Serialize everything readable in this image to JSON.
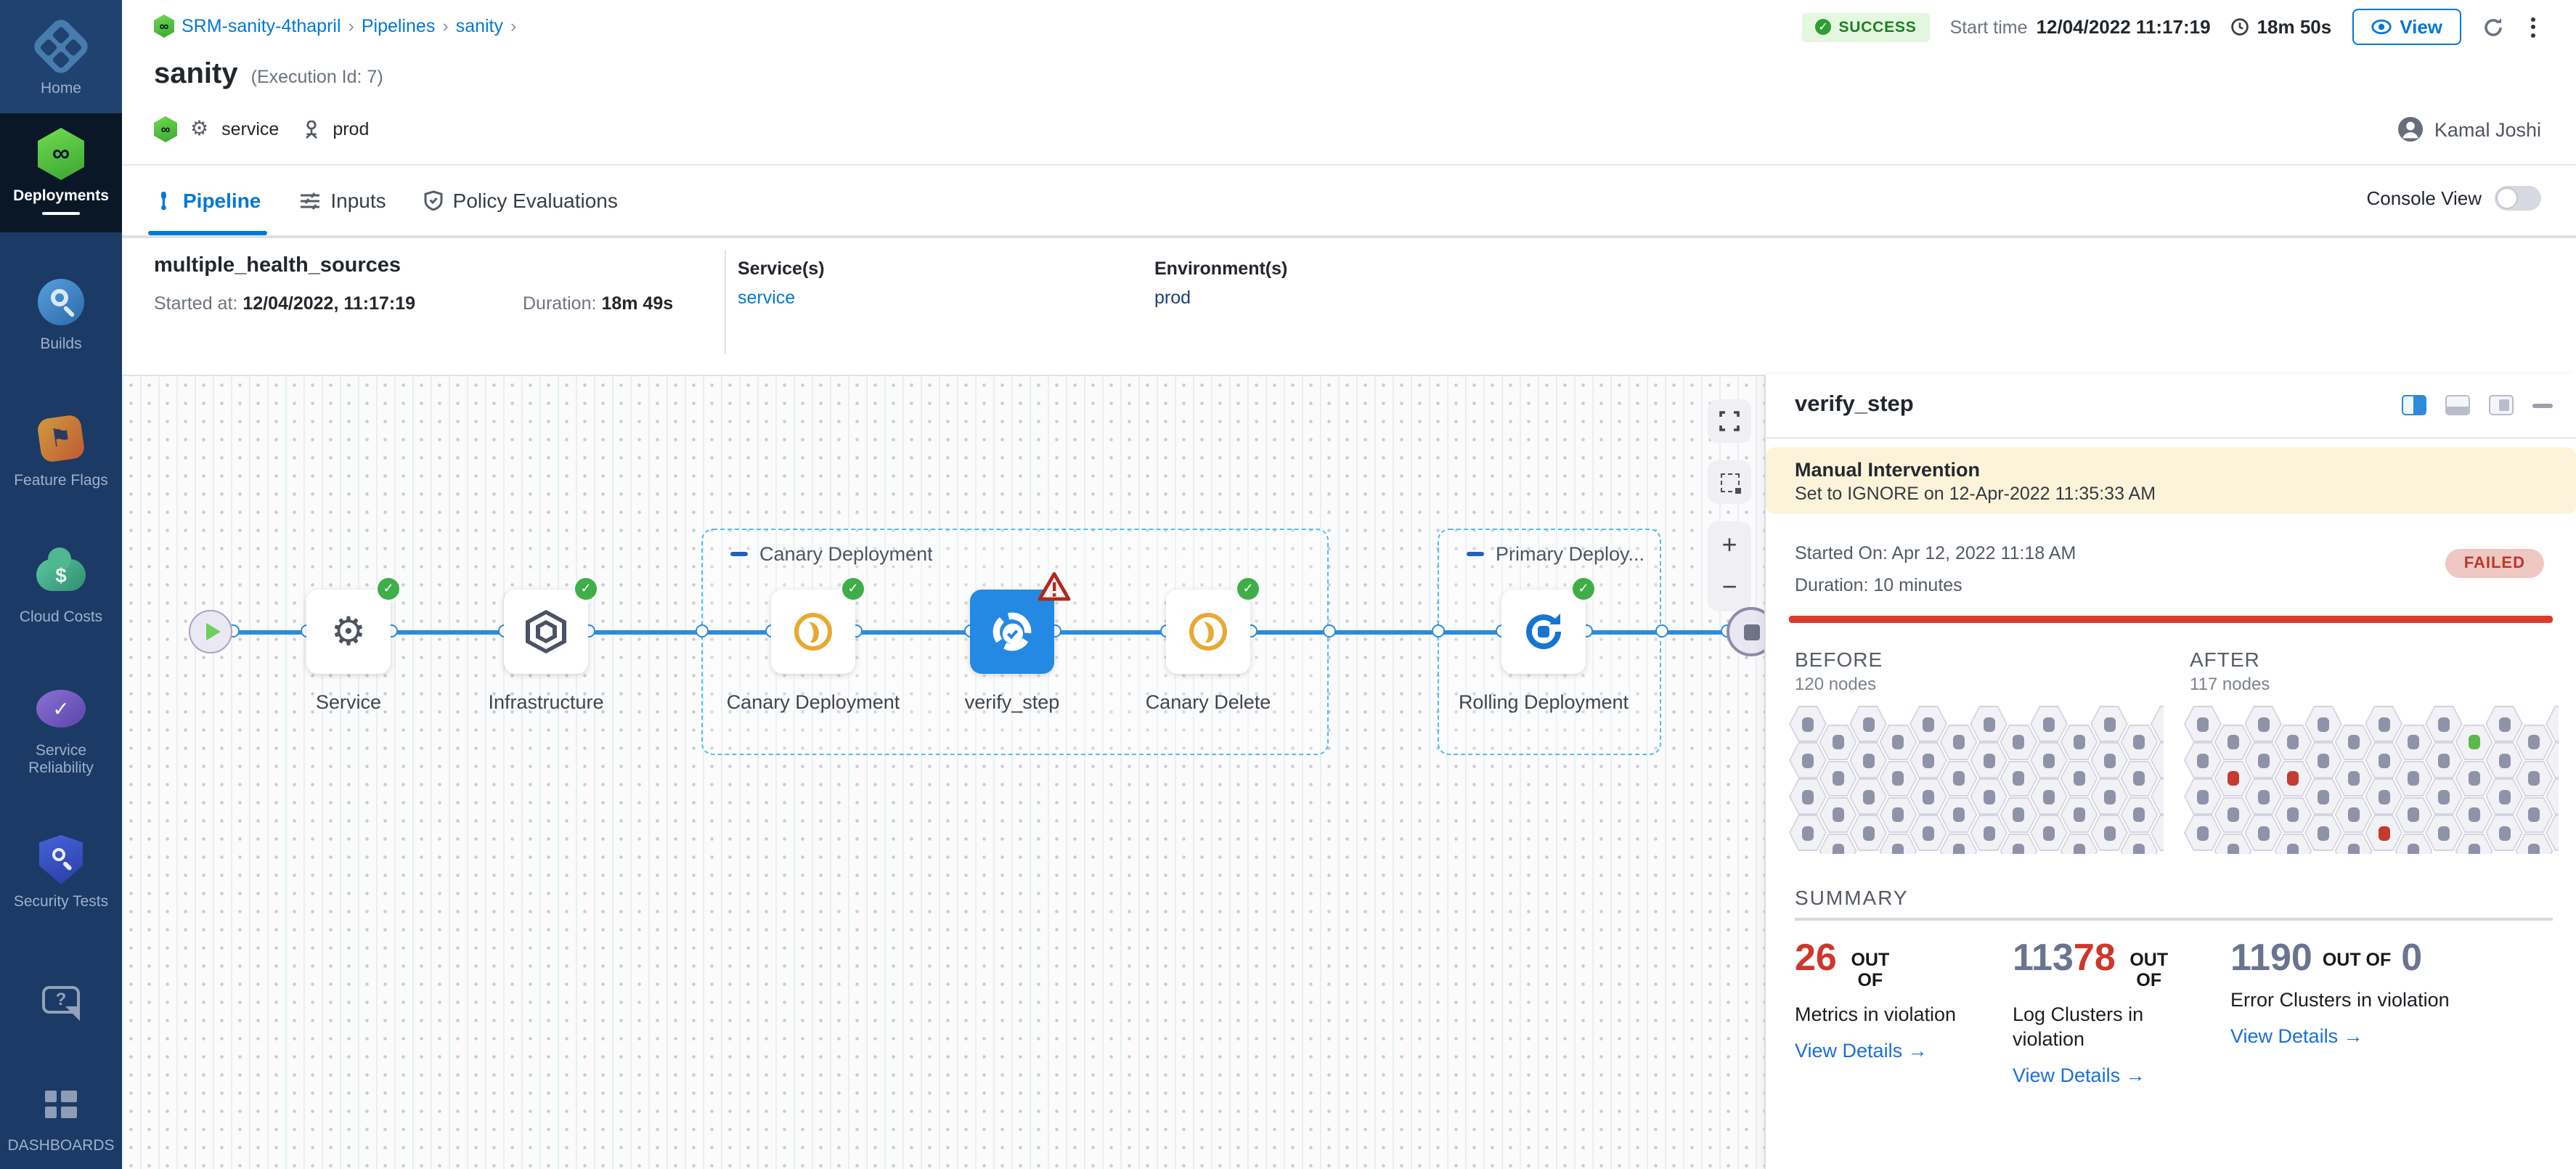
{
  "colors": {
    "accent": "#0278d5",
    "success": "#3fae49",
    "failed_red": "#ce372c",
    "slate_num": "#6a7490",
    "sidebar_navy": "#1b3a66",
    "active_navy": "#0a1726",
    "node_blue": "#2389e2",
    "banner_yellow": "#fcf4da",
    "line_red": "#dd3a2d"
  },
  "sidebar": {
    "items": [
      {
        "label": "Home",
        "icon": "home-icon",
        "active": false
      },
      {
        "label": "Deployments",
        "icon": "cd-hexagon-icon",
        "active": true
      },
      {
        "label": "Builds",
        "icon": "builds-icon",
        "active": false
      },
      {
        "label": "Feature Flags",
        "icon": "flag-icon",
        "active": false
      },
      {
        "label": "Cloud Costs",
        "icon": "cloud-dollar-icon",
        "active": false
      },
      {
        "label": "Service Reliability",
        "icon": "reliability-icon",
        "active": false
      },
      {
        "label": "Security Tests",
        "icon": "shield-search-icon",
        "active": false
      },
      {
        "label": "",
        "icon": "help-chat-icon",
        "active": false
      },
      {
        "label": "DASHBOARDS",
        "icon": "dashboards-grid-icon",
        "active": false
      }
    ]
  },
  "header": {
    "breadcrumbs": [
      "SRM-sanity-4thapril",
      "Pipelines",
      "sanity"
    ],
    "status_badge": "SUCCESS",
    "start_time_label": "Start time",
    "start_time": "12/04/2022 11:17:19",
    "elapsed": "18m 50s",
    "view_button": "View",
    "title": "sanity",
    "execution_id": "(Execution Id: 7)",
    "service_tag": "service",
    "env_tag": "prod",
    "user_name": "Kamal Joshi"
  },
  "tabs": {
    "items": [
      "Pipeline",
      "Inputs",
      "Policy Evaluations"
    ],
    "active": "Pipeline",
    "console_view_label": "Console View",
    "console_view_on": false
  },
  "stage_info": {
    "name": "multiple_health_sources",
    "started_label": "Started at:",
    "started_value": "12/04/2022, 11:17:19",
    "duration_label": "Duration:",
    "duration_value": "18m 49s",
    "services_label": "Service(s)",
    "services_value": "service",
    "env_label": "Environment(s)",
    "env_value": "prod"
  },
  "pipeline": {
    "groups": [
      {
        "label": "Canary Deployment"
      },
      {
        "label": "Primary Deploy..."
      }
    ],
    "nodes": [
      {
        "id": "start",
        "type": "start",
        "label": "",
        "icon": "play-icon",
        "status": "none"
      },
      {
        "id": "service",
        "type": "step",
        "label": "Service",
        "icon": "gear-icon",
        "status": "success"
      },
      {
        "id": "infrastructure",
        "type": "step",
        "label": "Infrastructure",
        "icon": "infrastructure-icon",
        "status": "success"
      },
      {
        "id": "canary-deployment",
        "type": "step",
        "label": "Canary Deployment",
        "icon": "canary-icon",
        "status": "success"
      },
      {
        "id": "verify_step",
        "type": "step",
        "label": "verify_step",
        "icon": "verify-icon",
        "status": "warning",
        "selected": true
      },
      {
        "id": "canary-delete",
        "type": "step",
        "label": "Canary Delete",
        "icon": "canary-icon",
        "status": "success"
      },
      {
        "id": "rolling-deployment",
        "type": "step",
        "label": "Rolling Deployment",
        "icon": "rolling-icon",
        "status": "success"
      },
      {
        "id": "end",
        "type": "end",
        "label": "",
        "icon": "stop-icon",
        "status": "none"
      }
    ]
  },
  "verify_panel": {
    "title": "verify_step",
    "banner_title": "Manual Intervention",
    "banner_text": "Set to IGNORE on 12-Apr-2022 11:35:33 AM",
    "started_on": "Started On: Apr 12, 2022 11:18 AM",
    "duration": "Duration: 10 minutes",
    "status_badge": "FAILED",
    "before_label": "BEFORE",
    "before_count": "120 nodes",
    "after_label": "AFTER",
    "after_count": "117 nodes",
    "node_grids": {
      "before_rows": [
        "ggggggg",
        "gggggg",
        "ggggggg",
        "gggggg",
        "ggggggg",
        "gggggg",
        "ggggggg",
        "gggggg"
      ],
      "after_rows": [
        "ggggggg",
        "ggggng",
        "ggggggg",
        "rrgggg",
        "ggggggg",
        "gggggg",
        "gggrggg",
        "gggggg"
      ]
    },
    "summary_label": "SUMMARY",
    "widgets": [
      {
        "number_parts": [
          {
            "text": "26",
            "color": "red"
          }
        ],
        "out_of": "OUT OF",
        "total": "",
        "label": "Metrics in violation",
        "link": "View Details",
        "wrap": true
      },
      {
        "number_parts": [
          {
            "text": "113",
            "color": "slate"
          },
          {
            "text": "78",
            "color": "red"
          }
        ],
        "out_of": "OUT OF",
        "total": "",
        "label": "Log Clusters in violation",
        "link": "View Details",
        "wrap": true
      },
      {
        "number_parts": [
          {
            "text": "1190",
            "color": "slate"
          }
        ],
        "out_of": "OUT OF",
        "total": "0",
        "label": "Error Clusters in violation",
        "link": "View Details",
        "wrap": false
      }
    ]
  }
}
